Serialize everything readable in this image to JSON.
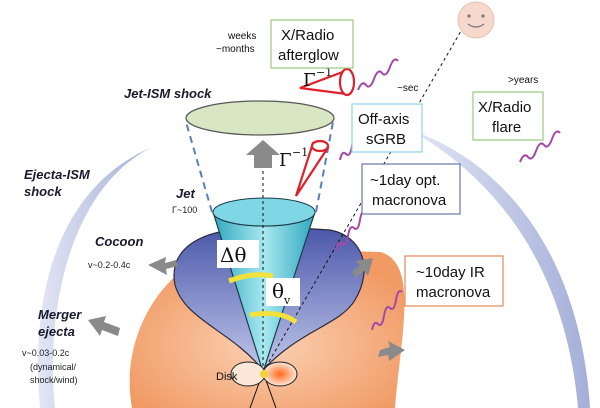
{
  "labels": {
    "weeks": "weeks",
    "months": "~months",
    "sec": "~sec",
    "years": ">years",
    "jet_ism_shock": "Jet-ISM shock",
    "ejecta_ism_shock_1": "Ejecta-ISM",
    "ejecta_ism_shock_2": "shock",
    "jet": "Jet",
    "jet_gamma": "Γ~100",
    "cocoon": "Cocoon",
    "cocoon_speed": "v~0.2-0.4c",
    "merger_1": "Merger",
    "merger_2": "ejecta",
    "merger_speed": "v~0.03-0.2c",
    "merger_note_1": "(dynamical/",
    "merger_note_2": "shock/wind)",
    "disk": "Disk",
    "gamma_inv_top": "Γ",
    "gamma_inv_mid": "Γ",
    "gamma_exp": "−1",
    "delta_theta": "Δθ",
    "theta_v": "θ",
    "theta_v_sub": "v"
  },
  "boxes": {
    "afterglow_1": "X/Radio",
    "afterglow_2": "afterglow",
    "offaxis_1": "Off-axis",
    "offaxis_2": "sGRB",
    "flare_1": "X/Radio",
    "flare_2": "flare",
    "opt_1": "~1day opt.",
    "opt_2": "macronova",
    "ir_1": "~10day IR",
    "ir_2": "macronova"
  },
  "colors": {
    "ejecta": "#f4a878",
    "cocoon": "#5b68b8",
    "jet": "#5fc8d8",
    "shock_cap": "#d8e6c4",
    "arrow": "#8a8a8a",
    "wave": "#a34aa8",
    "cone": "#e0202a",
    "angle": "#f2e23a",
    "afterglow_border": "#9cc97a",
    "offaxis_border": "#8fd3e8",
    "opt_border": "#6677aa",
    "ir_border": "#e08a5a",
    "flare_border": "#9cc97a",
    "shell": "#a8b4dc"
  },
  "icons": [
    "smiley-face-icon"
  ]
}
